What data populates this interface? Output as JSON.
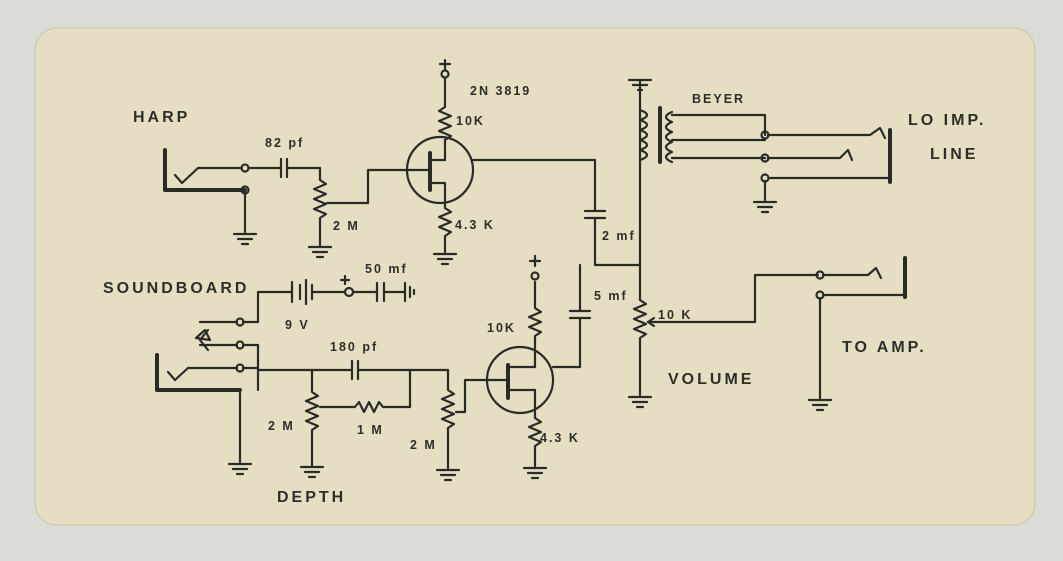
{
  "labels": {
    "harp": "HARP",
    "cap_82pf": "82 pf",
    "transistor": "2N 3819",
    "r_10k_top": "10K",
    "pot_2m_harp": "2 M",
    "r_4_3k_top": "4.3 K",
    "beyer": "BEYER",
    "lo_imp": "LO IMP.",
    "line": "LINE",
    "cap_2mf": "2 mf",
    "soundboard": "SOUNDBOARD",
    "cap_50mf": "50 mf",
    "battery_9v": "9 V",
    "cap_5mf": "5 mf",
    "r_10k_bottom": "10K",
    "pot_10k_volume": "10 K",
    "cap_180pf": "180 pf",
    "volume": "VOLUME",
    "to_amp": "TO AMP.",
    "pot_2m_depth": "2 M",
    "r_1m": "1 M",
    "pot_2m_gate": "2 M",
    "r_4_3k_bottom": "4.3 K",
    "depth": "DEPTH"
  },
  "colors": {
    "paper": "#e5dec3",
    "ink": "#2b2b26",
    "background": "#dcdcd6"
  }
}
